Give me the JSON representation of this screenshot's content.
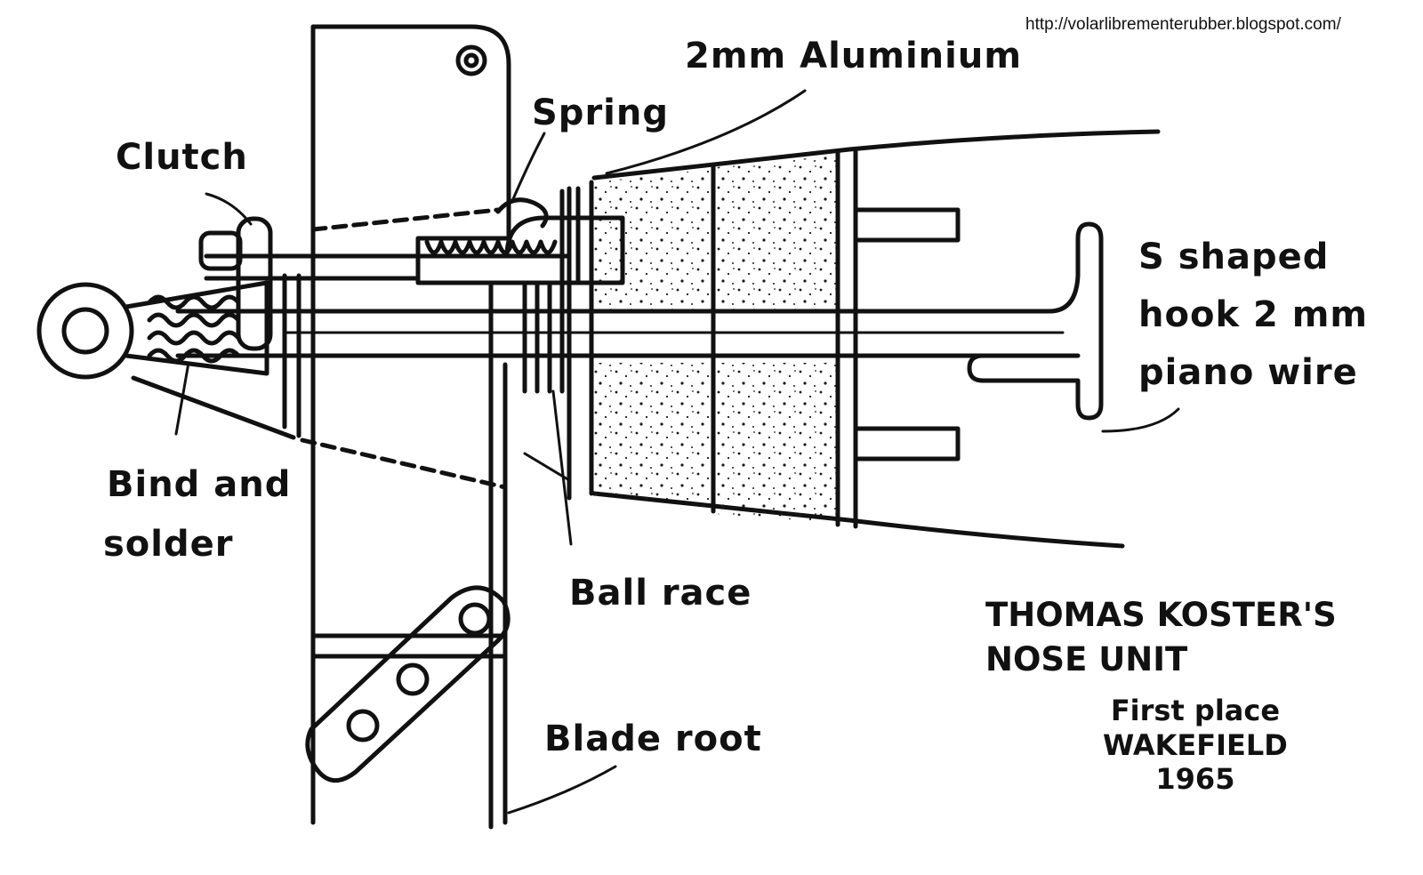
{
  "source_url": "http://volarlibrementerubber.blogspot.com/",
  "labels": {
    "aluminium": "2mm Aluminium",
    "spring": "Spring",
    "clutch": "Clutch",
    "bind_solder": [
      "Bind and",
      "solder"
    ],
    "hook": [
      "S shaped",
      "hook 2 mm",
      "piano wire"
    ],
    "ball_race": "Ball race",
    "blade_root": "Blade root"
  },
  "caption": {
    "title": [
      "THOMAS KOSTER'S",
      "NOSE UNIT"
    ],
    "award": [
      "First place",
      "WAKEFIELD",
      "1965"
    ]
  },
  "colors": {
    "ink": "#111111",
    "paper": "#ffffff",
    "stipple": "#1a1a1a"
  }
}
